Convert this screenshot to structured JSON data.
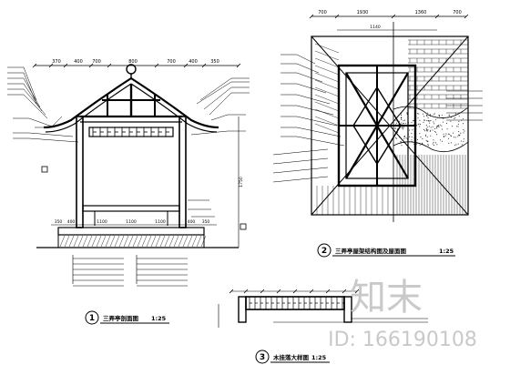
{
  "drawing_1": {
    "number": "1",
    "title": "三弄亭剖面图",
    "scale": "1:25",
    "dims_top": [
      "370",
      "400",
      "700",
      "800",
      "700",
      "400",
      "350"
    ],
    "dims_bottom": [
      "350",
      "400",
      "1100",
      "1100",
      "1100",
      "400",
      "350"
    ],
    "dim_side": "1750"
  },
  "drawing_2": {
    "number": "2",
    "title": "三弄亭屋架结构图及屋面图",
    "scale": "1:25",
    "dims_top": [
      "700",
      "1930",
      "1360",
      "700"
    ],
    "dim_upper": "1140"
  },
  "drawing_3": {
    "number": "3",
    "title": "木挂落大样图",
    "scale": "1:25"
  },
  "watermark": {
    "brand": "知末",
    "id": "ID: 166190108"
  },
  "colors": {
    "line": "#000000",
    "watermark": "#c9c9c9"
  }
}
